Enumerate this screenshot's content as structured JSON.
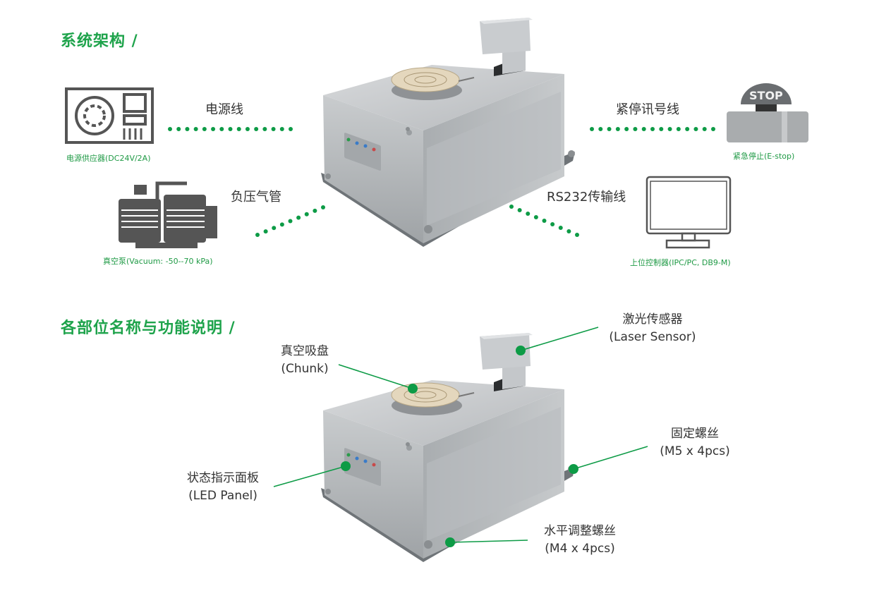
{
  "sections": {
    "architecture_title": "系统架构 /",
    "parts_title": "各部位名称与功能说明 /"
  },
  "architecture": {
    "power_cable": "电源线",
    "power_supply": "电源供应器(DC24V/2A)",
    "vacuum_hose": "负压气管",
    "vacuum_pump": "真空泵(Vacuum: -50--70 kPa)",
    "estop_cable": "紧停讯号线",
    "estop": "紧急停止(E-stop)",
    "estop_button_text": "STOP",
    "rs232_cable": "RS232传输线",
    "host": "上位控制器(IPC/PC, DB9-M)"
  },
  "parts": {
    "chuck_cn": "真空吸盘",
    "chuck_en": "(Chunk)",
    "laser_cn": "激光传感器",
    "laser_en": "(Laser Sensor)",
    "screw_cn": "固定螺丝",
    "screw_en": "(M5 x 4pcs)",
    "led_cn": "状态指示面板",
    "led_en": "(LED Panel)",
    "level_cn": "水平调整螺丝",
    "level_en": "(M4 x 4pcs)"
  },
  "colors": {
    "accent": "#1ea34b",
    "icon": "#555555"
  }
}
